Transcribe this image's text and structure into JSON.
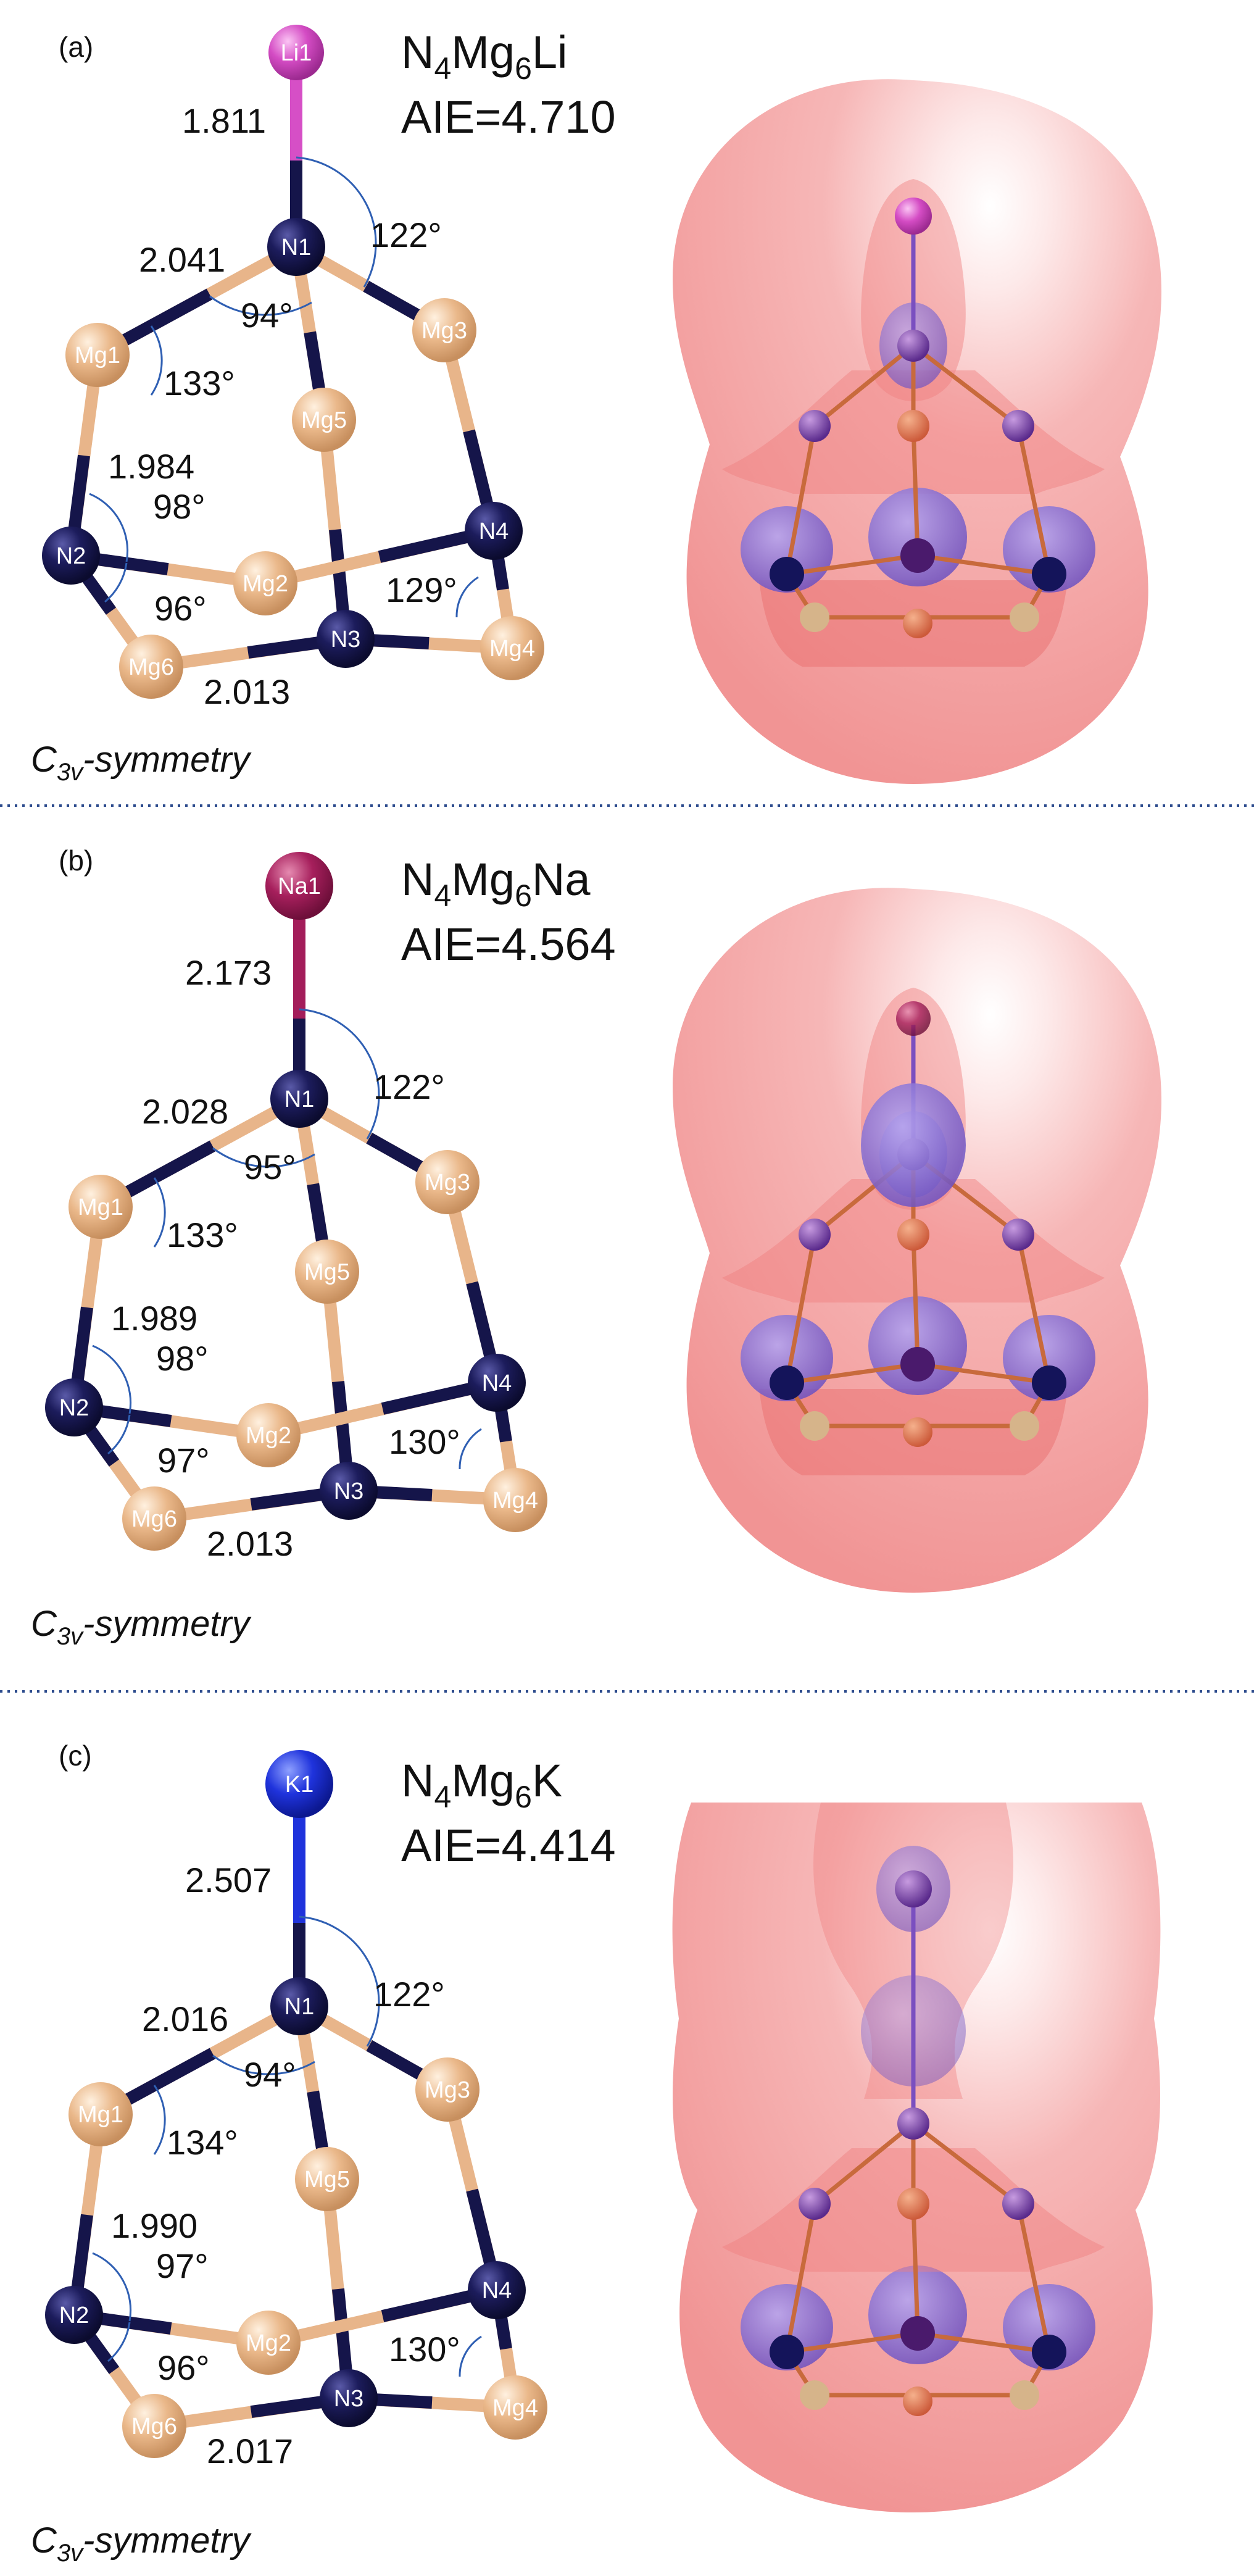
{
  "panels": [
    {
      "label": "(a)",
      "formula": {
        "N": "N",
        "n4": "4",
        "Mg": "Mg",
        "n6": "6",
        "metal": "Li"
      },
      "aie": "AIE=4.710",
      "symmetry": {
        "c": "C",
        "sub": "3v",
        "rest": "-symmetry"
      },
      "atoms": {
        "top": "Li1",
        "N1": "N1",
        "N2": "N2",
        "N3": "N3",
        "N4": "N4",
        "Mg1": "Mg1",
        "Mg2": "Mg2",
        "Mg3": "Mg3",
        "Mg4": "Mg4",
        "Mg5": "Mg5",
        "Mg6": "Mg6"
      },
      "bond_top": "1.811",
      "bond_n1mg": "2.041",
      "bond_mgn2": "1.984",
      "bond_mgn3": "2.013",
      "angle_top": "122°",
      "angle_n1": "94°",
      "angle_mg1": "133°",
      "angle_n2": "98°",
      "angle_mg6": "96°",
      "angle_mg4": "129°",
      "top_color": "#d64fc6"
    },
    {
      "label": "(b)",
      "formula": {
        "N": "N",
        "n4": "4",
        "Mg": "Mg",
        "n6": "6",
        "metal": "Na"
      },
      "aie": "AIE=4.564",
      "symmetry": {
        "c": "C",
        "sub": "3v",
        "rest": "-symmetry"
      },
      "atoms": {
        "top": "Na1",
        "N1": "N1",
        "N2": "N2",
        "N3": "N3",
        "N4": "N4",
        "Mg1": "Mg1",
        "Mg2": "Mg2",
        "Mg3": "Mg3",
        "Mg4": "Mg4",
        "Mg5": "Mg5",
        "Mg6": "Mg6"
      },
      "bond_top": "2.173",
      "bond_n1mg": "2.028",
      "bond_mgn2": "1.989",
      "bond_mgn3": "2.013",
      "angle_top": "122°",
      "angle_n1": "95°",
      "angle_mg1": "133°",
      "angle_n2": "98°",
      "angle_mg6": "97°",
      "angle_mg4": "130°",
      "top_color": "#a31d5a"
    },
    {
      "label": "(c)",
      "formula": {
        "N": "N",
        "n4": "4",
        "Mg": "Mg",
        "n6": "6",
        "metal": "K"
      },
      "aie": "AIE=4.414",
      "symmetry": {
        "c": "C",
        "sub": "3v",
        "rest": "-symmetry"
      },
      "atoms": {
        "top": "K1",
        "N1": "N1",
        "N2": "N2",
        "N3": "N3",
        "N4": "N4",
        "Mg1": "Mg1",
        "Mg2": "Mg2",
        "Mg3": "Mg3",
        "Mg4": "Mg4",
        "Mg5": "Mg5",
        "Mg6": "Mg6"
      },
      "bond_top": "2.507",
      "bond_n1mg": "2.016",
      "bond_mgn2": "1.990",
      "bond_mgn3": "2.017",
      "angle_top": "122°",
      "angle_n1": "94°",
      "angle_mg1": "134°",
      "angle_n2": "97°",
      "angle_mg6": "96°",
      "angle_mg4": "130°",
      "top_color": "#1a2fd6"
    }
  ],
  "colors": {
    "nitrogen": "#14144a",
    "magnesium": "#e9b98a",
    "isosurface": "#f4a0a0",
    "orbital": "#7a5fc8"
  }
}
